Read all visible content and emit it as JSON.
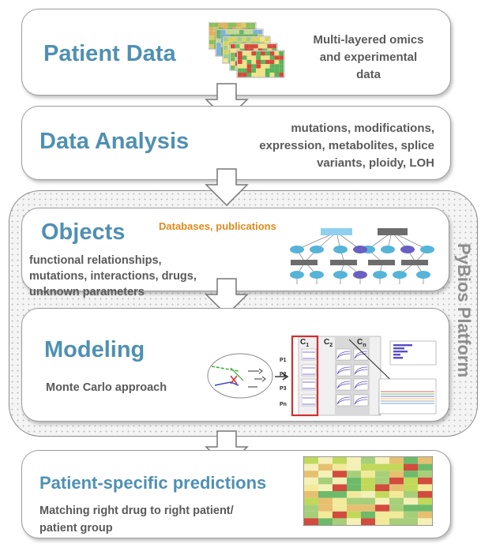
{
  "boxes": {
    "patient_data": {
      "title": "Patient Data",
      "desc": [
        "Multi-layered omics",
        "and experimental",
        "data"
      ]
    },
    "data_analysis": {
      "title": "Data Analysis",
      "desc": [
        "mutations, modifications,",
        "expression, metabolites, splice",
        "variants, ploidy, LOH"
      ]
    },
    "objects": {
      "title": "Objects",
      "source": "Databases, publications",
      "desc": [
        "functional relationships,",
        "mutations, interactions, drugs,",
        "unknown parameters"
      ]
    },
    "modeling": {
      "title": "Modeling",
      "desc": "Monte Carlo approach",
      "columns": [
        "C",
        "C",
        "C"
      ],
      "column_subs": [
        "1",
        "2",
        "n"
      ],
      "rows": [
        "P1",
        "P2",
        "P3",
        "Pn"
      ]
    },
    "predictions": {
      "title": "Patient-specific predictions",
      "desc": [
        "Matching right drug to right patient/",
        "patient group"
      ]
    }
  },
  "platform": {
    "label": "PyBios Platform"
  },
  "colors": {
    "title": "#4f90b3",
    "source": "#e08a1a",
    "text": "#5a5a5a",
    "heat_green": "#6dbb6a",
    "heat_red": "#d24b3e",
    "heat_yellow": "#f2ea9a"
  }
}
